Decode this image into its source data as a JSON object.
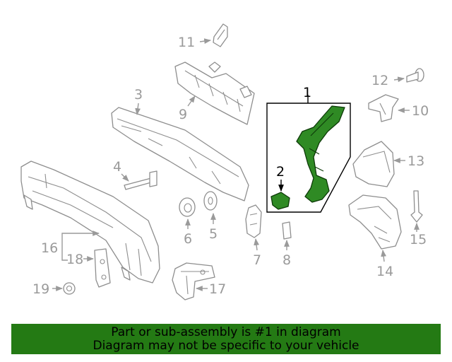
{
  "callouts": {
    "c1": "1",
    "c2": "2",
    "c3": "3",
    "c4": "4",
    "c5": "5",
    "c6": "6",
    "c7": "7",
    "c8": "8",
    "c9": "9",
    "c10": "10",
    "c11": "11",
    "c12": "12",
    "c13": "13",
    "c14": "14",
    "c15": "15",
    "c16": "16",
    "c17": "17",
    "c18": "18",
    "c19": "19"
  },
  "highlight": {
    "part_number": "1",
    "color": "#2f8a24",
    "banner_color": "#247a14"
  },
  "banner": {
    "line1": "Part or sub-assembly is #1 in diagram",
    "line2": "Diagram may not be specific to your vehicle"
  }
}
